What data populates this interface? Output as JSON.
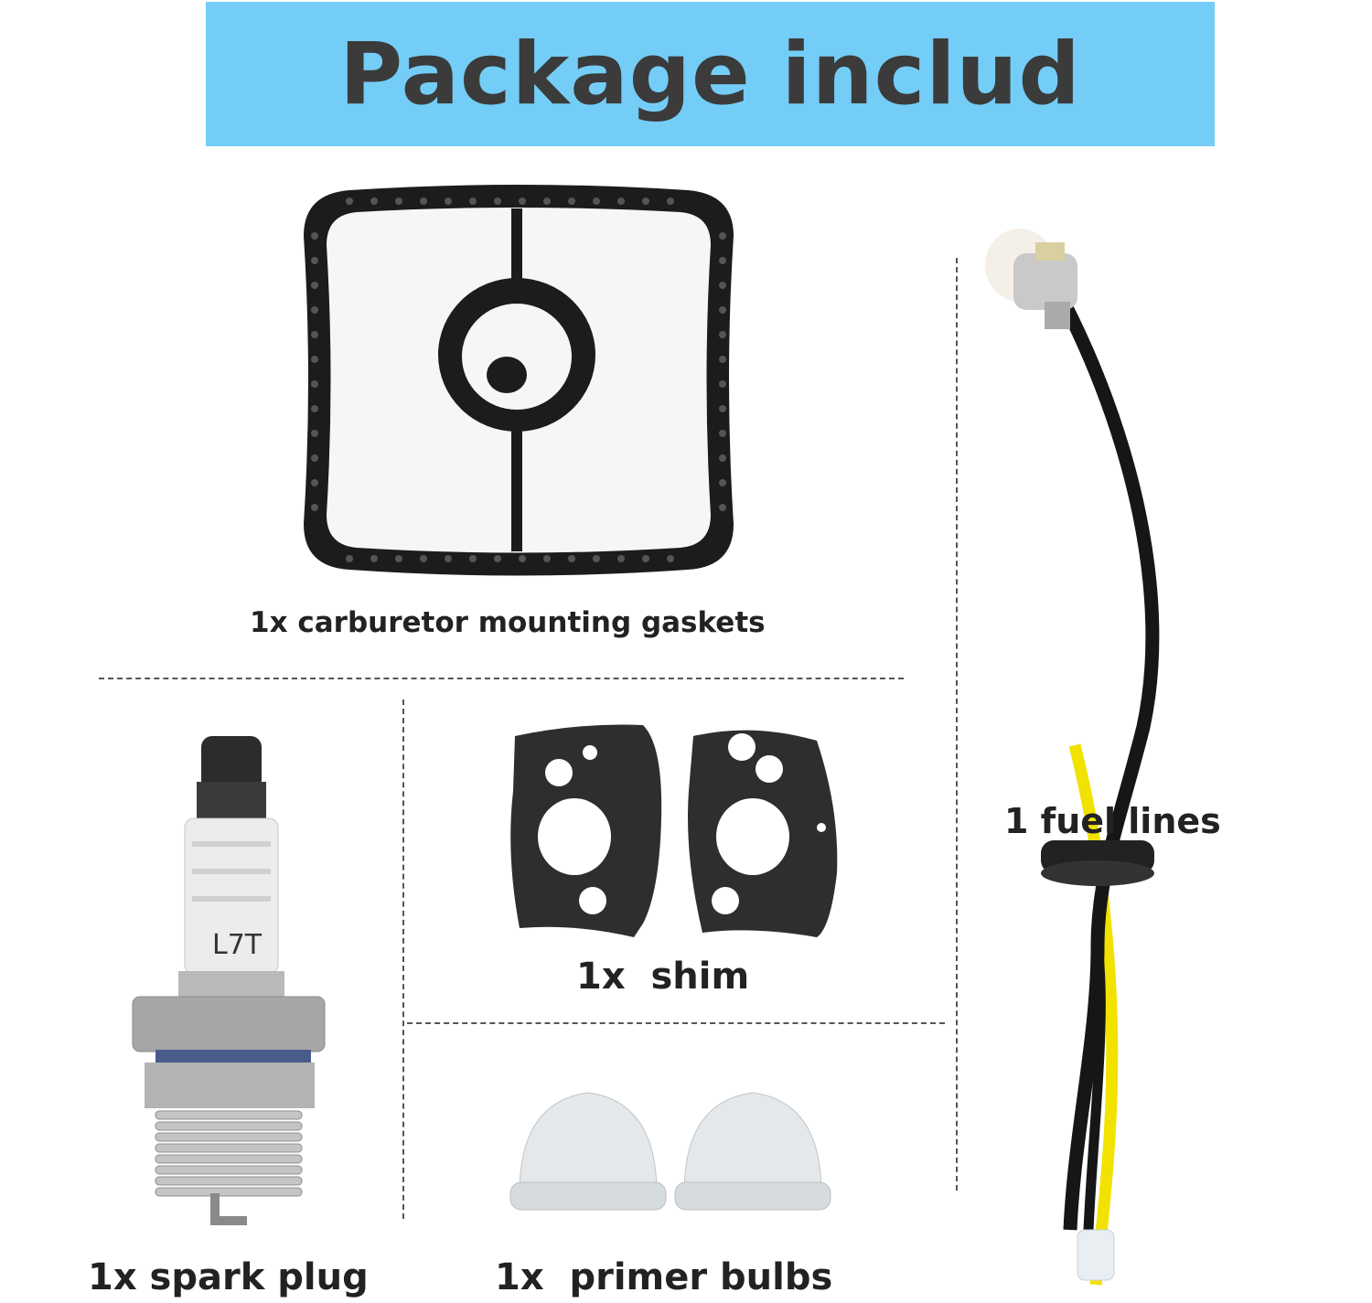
{
  "banner": {
    "title": "Package includ",
    "color": "#74cdf7",
    "text_color": "#3b3b3b"
  },
  "items": {
    "air_filter": {
      "label": "1x carburetor mounting gaskets",
      "icon": "air-filter-icon"
    },
    "fuel_line": {
      "label": "1 fuel lines",
      "icon": "fuel-line-icon"
    },
    "shim": {
      "label": "1x  shim",
      "icon": "gasket-shim-icon"
    },
    "spark_plug": {
      "label": "1x spark plug",
      "icon": "spark-plug-icon",
      "marking": "L7T"
    },
    "primer_bulbs": {
      "label": "1x  primer bulbs",
      "icon": "primer-bulb-icon"
    }
  },
  "colors": {
    "background": "#ffffff",
    "divider": "#555555",
    "fuel_tube_yellow": "#f2e200"
  }
}
